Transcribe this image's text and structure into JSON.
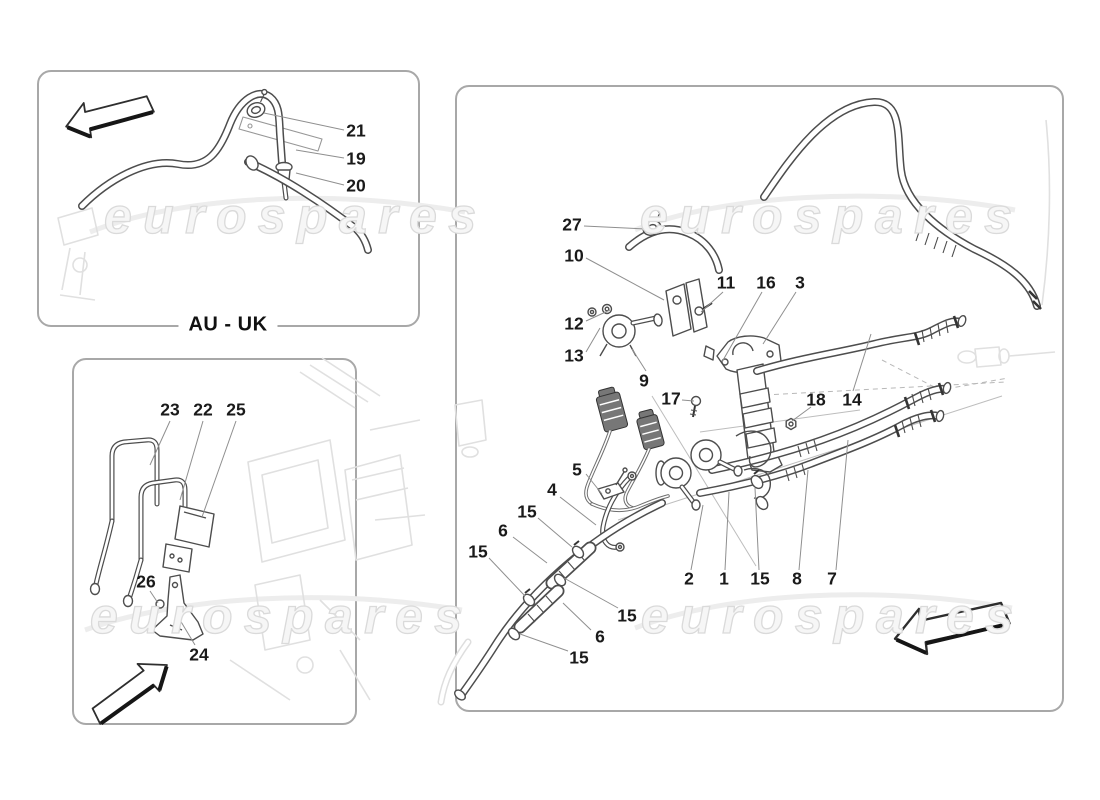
{
  "brand": {
    "watermark_text": "eurospares"
  },
  "colors": {
    "line": "#4d4d4d",
    "faint_line": "#e0e0e0",
    "panel_border": "#a8a8a8",
    "watermark_fill": "#f6f6f6",
    "callout_text": "#1a1a1a"
  },
  "panels": {
    "au_uk": {
      "label": "AU - UK",
      "callouts": [
        {
          "n": "21"
        },
        {
          "n": "19"
        },
        {
          "n": "20"
        }
      ]
    },
    "heater": {
      "callouts": [
        {
          "n": "23"
        },
        {
          "n": "22"
        },
        {
          "n": "25"
        },
        {
          "n": "26"
        },
        {
          "n": "24"
        }
      ]
    },
    "main": {
      "callouts": [
        {
          "n": "27"
        },
        {
          "n": "10"
        },
        {
          "n": "12"
        },
        {
          "n": "13"
        },
        {
          "n": "9"
        },
        {
          "n": "11"
        },
        {
          "n": "16"
        },
        {
          "n": "3"
        },
        {
          "n": "17"
        },
        {
          "n": "18"
        },
        {
          "n": "14"
        },
        {
          "n": "5"
        },
        {
          "n": "4"
        },
        {
          "n": "15"
        },
        {
          "n": "6"
        },
        {
          "n": "15"
        },
        {
          "n": "2"
        },
        {
          "n": "1"
        },
        {
          "n": "15"
        },
        {
          "n": "8"
        },
        {
          "n": "7"
        },
        {
          "n": "15"
        },
        {
          "n": "6"
        },
        {
          "n": "15"
        }
      ]
    }
  }
}
